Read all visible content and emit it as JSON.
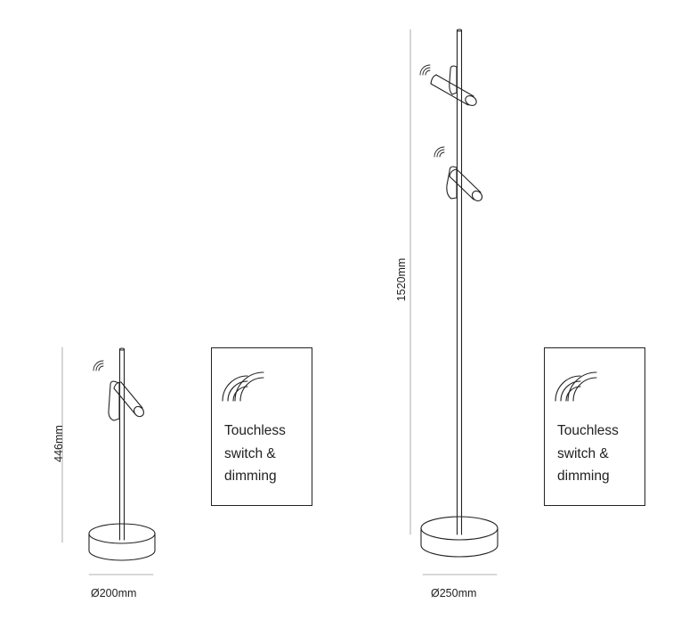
{
  "small_lamp": {
    "height_label": "446mm",
    "diameter_label": "Ø200mm"
  },
  "tall_lamp": {
    "height_label": "1520mm",
    "diameter_label": "Ø250mm"
  },
  "feature_box_small": {
    "icon": "wireless-signal-icon",
    "lines": [
      "Touchless",
      "switch &",
      "dimming"
    ]
  },
  "feature_box_tall": {
    "icon": "wireless-signal-icon",
    "lines": [
      "Touchless",
      "switch &",
      "dimming"
    ]
  },
  "colors": {
    "line": "#222222",
    "dimension_line": "#999999",
    "background": "#ffffff"
  }
}
